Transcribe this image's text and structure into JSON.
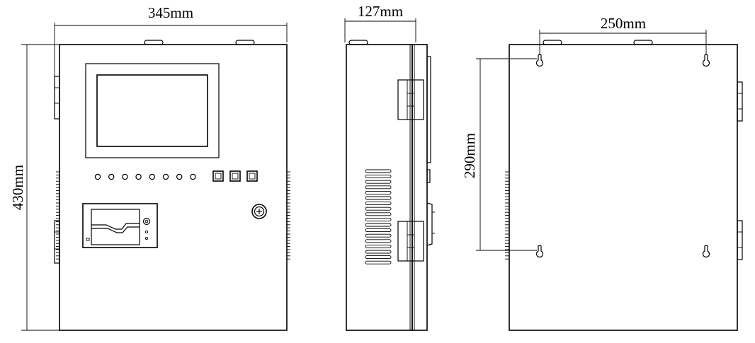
{
  "dimensions": {
    "front_width": "345mm",
    "front_height": "430mm",
    "side_depth": "127mm",
    "mount_horizontal": "250mm",
    "mount_vertical": "290mm"
  },
  "front_panel": {
    "indicator_light_count": 8,
    "square_button_count": 3
  },
  "icons": [
    "indicator-light-icon",
    "square-button-icon",
    "key-lock-icon",
    "keyhole-mount-icon",
    "printer-icon"
  ]
}
